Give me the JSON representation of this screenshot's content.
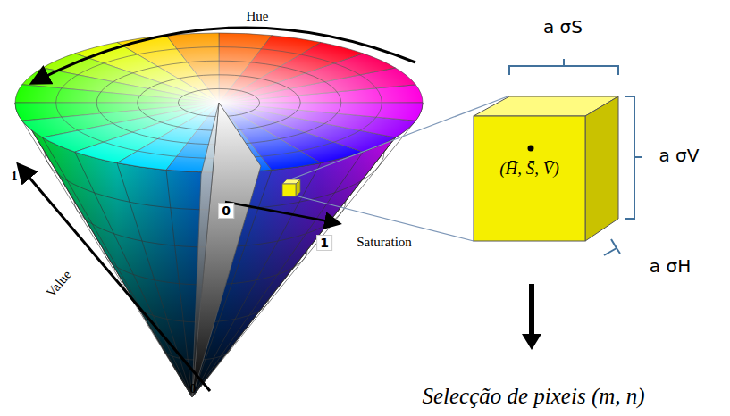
{
  "diagram": {
    "nodes": [
      {
        "text": [
          "(H̄, S̄, V̄)"
        ]
      }
    ],
    "labels": [
      "Hue",
      "1",
      "Value",
      "0",
      "0",
      "1",
      "Saturation",
      "a σS",
      "a σV",
      "a σH",
      "Selecção de pixeis (m, n)"
    ]
  }
}
